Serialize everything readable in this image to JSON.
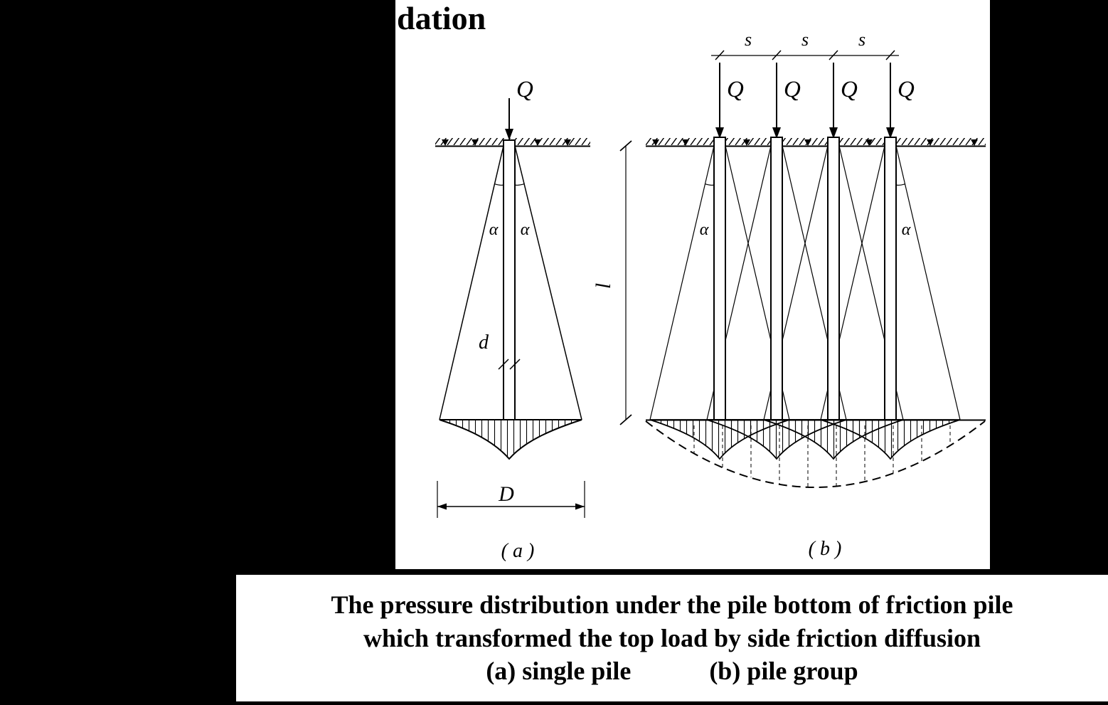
{
  "title_fragment": "dation",
  "figure": {
    "single_pile": {
      "load_label": "Q",
      "angle_label_left": "α",
      "angle_label_right": "α",
      "pile_diameter_label": "d",
      "base_width_label": "D",
      "subfigure_label": "( a )"
    },
    "pile_group": {
      "load_labels": [
        "Q",
        "Q",
        "Q",
        "Q"
      ],
      "spacing_labels": [
        "s",
        "s",
        "s"
      ],
      "angle_label_left": "α",
      "angle_label_right": "α",
      "pile_length_label": "l",
      "subfigure_label": "( b )"
    }
  },
  "caption": {
    "line1": "The pressure distribution under the pile bottom of friction pile",
    "line2": "which transformed the top load by side friction diffusion",
    "item_a": "(a) single pile",
    "item_b": "(b) pile group"
  },
  "colors": {
    "background": "#000000",
    "panel": "#ffffff",
    "ink": "#000000"
  }
}
